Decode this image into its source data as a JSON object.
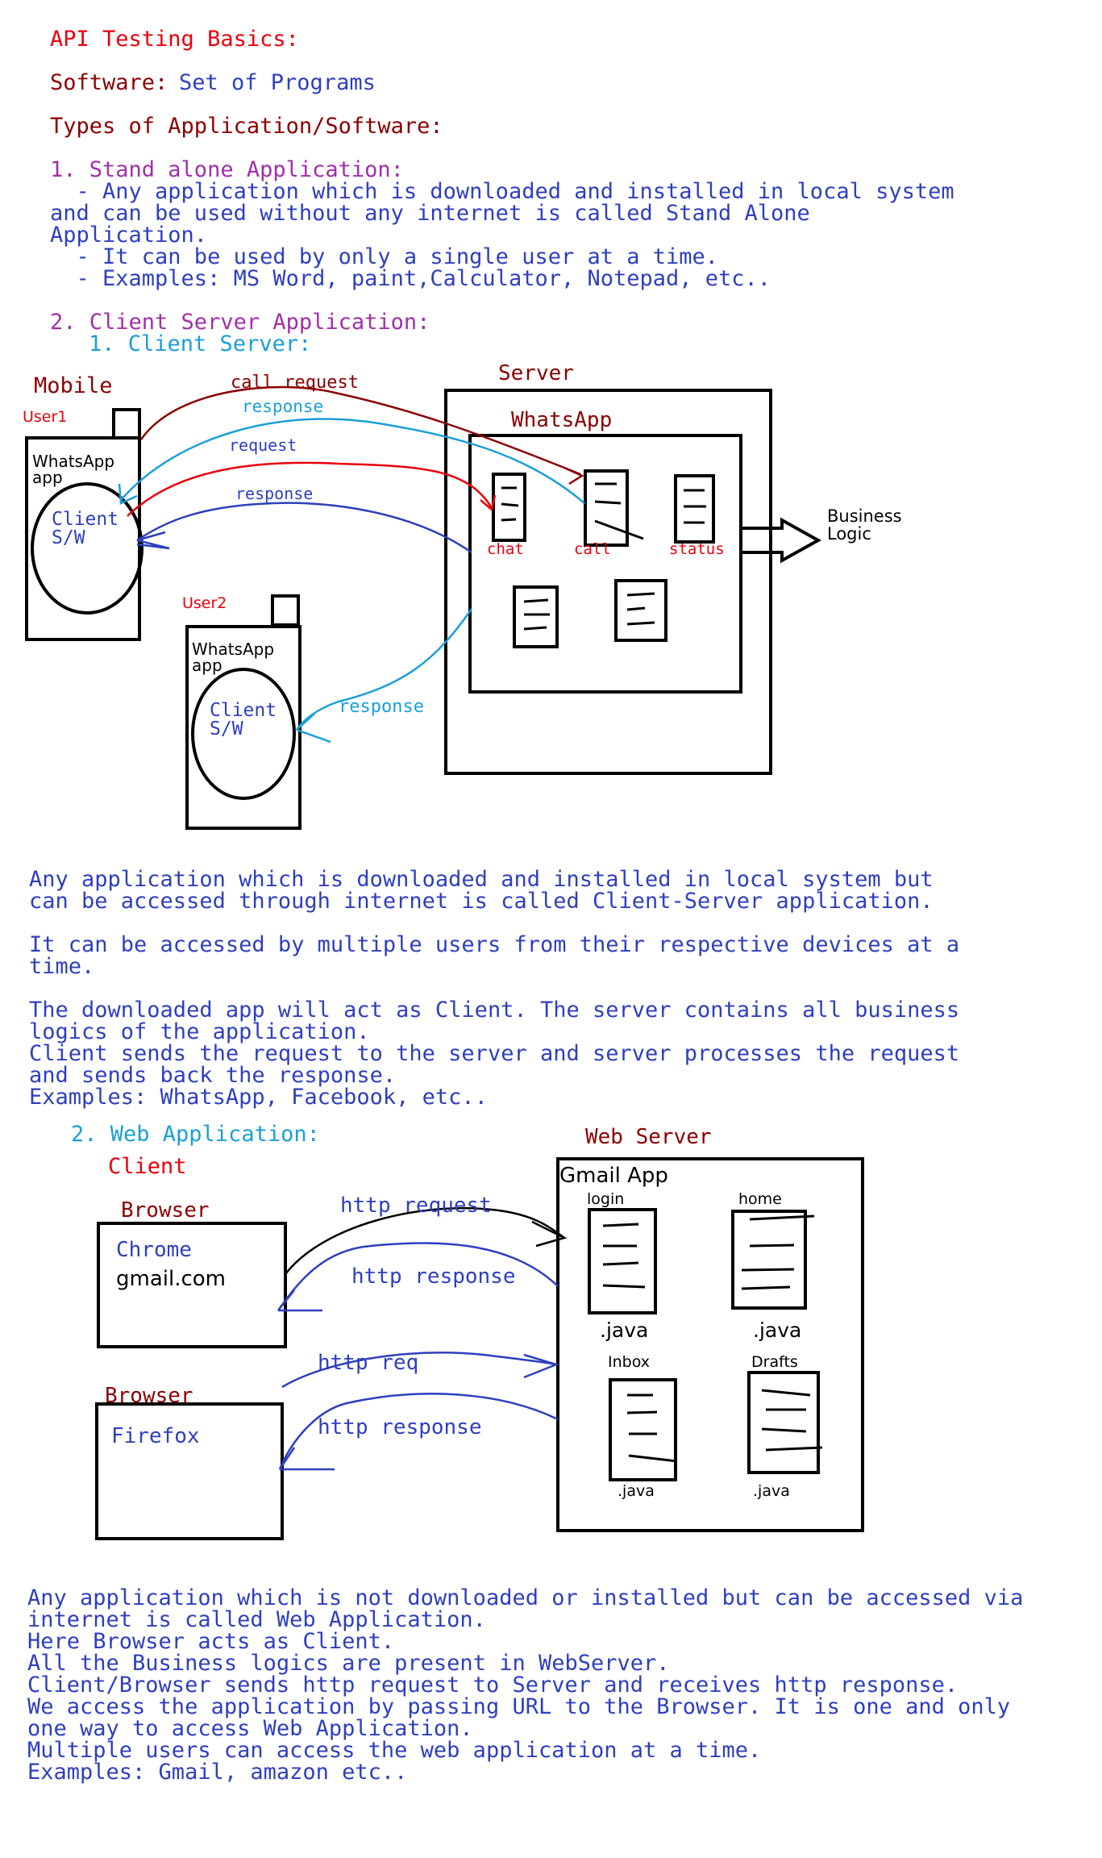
{
  "title": "API Testing Basics:",
  "software_label": "Software:",
  "software_value": "Set of Programs",
  "types_heading": "Types of Application/Software:",
  "standalone": {
    "heading": "1. Stand alone Application:",
    "lines": [
      "  - Any application which is downloaded and installed in local system",
      "and can be used without any internet is called Stand Alone",
      "Application.",
      "  - It can be used by only a single user at a time.",
      "  - Examples: MS Word, paint,Calculator, Notepad, etc.."
    ]
  },
  "client_server": {
    "heading": "2. Client Server Application:",
    "subheading": "1. Client Server:",
    "diagram": {
      "mobile": "Mobile",
      "user1": "User1",
      "user2": "User2",
      "app": "WhatsApp",
      "app2": "app",
      "client": "Client",
      "sw": "S/W",
      "server": "Server",
      "whatsapp": "WhatsApp",
      "call_request": "call request",
      "response": "response",
      "request": "request",
      "chat": "chat",
      "call": "call",
      "status": "status",
      "business": "Business",
      "logic": "Logic"
    },
    "lines": [
      "Any application which is downloaded and installed in local system but",
      "can be accessed through internet is called Client-Server application.",
      "",
      "It can be accessed by multiple users from their respective devices at a",
      "time.",
      "",
      "The downloaded app will act as Client. The server contains all business",
      "logics of the application.",
      "Client sends the request to the server and server processes the request",
      "and sends back the response.",
      "Examples: WhatsApp, Facebook, etc.."
    ]
  },
  "web_app": {
    "heading": "2. Web Application:",
    "diagram": {
      "client": "Client",
      "browser": "Browser",
      "chrome": "Chrome",
      "gmail_url": "gmail.com",
      "firefox": "Firefox",
      "http_request": "http request",
      "http_response": "http response",
      "http_req": "http req",
      "web_server": "Web Server",
      "gmail_app": "Gmail App",
      "login": "login",
      "home": "home",
      "inbox": "Inbox",
      "drafts": "Drafts",
      "java": ".java"
    },
    "lines": [
      "Any application which is not downloaded or installed but can be accessed via",
      "internet is called Web Application.",
      "Here Browser acts as Client.",
      "All the Business logics are present in WebServer.",
      "Client/Browser sends http request to Server and receives http response.",
      "We access the application by passing URL to the Browser. It is one and only",
      "one way to access Web Application.",
      "Multiple users can access the web application at a time.",
      "Examples: Gmail, amazon etc.."
    ]
  }
}
